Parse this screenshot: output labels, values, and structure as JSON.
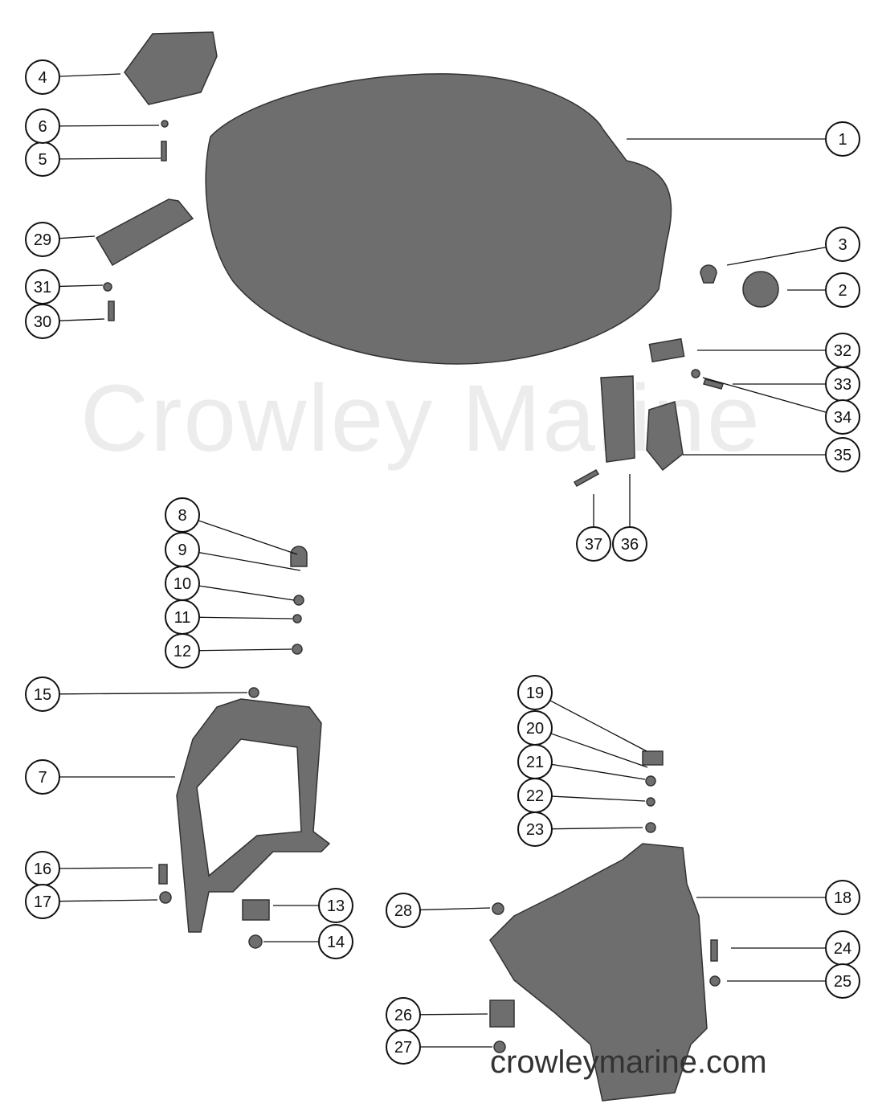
{
  "watermark": "Crowley Marine",
  "site_label": "crowleymarine.com",
  "part_color": "#6e6e6e",
  "callouts": [
    "1",
    "2",
    "3",
    "4",
    "5",
    "6",
    "7",
    "8",
    "9",
    "10",
    "11",
    "12",
    "13",
    "14",
    "15",
    "16",
    "17",
    "18",
    "19",
    "20",
    "21",
    "22",
    "23",
    "24",
    "25",
    "26",
    "27",
    "28",
    "29",
    "30",
    "31",
    "32",
    "33",
    "34",
    "35",
    "36",
    "37"
  ]
}
